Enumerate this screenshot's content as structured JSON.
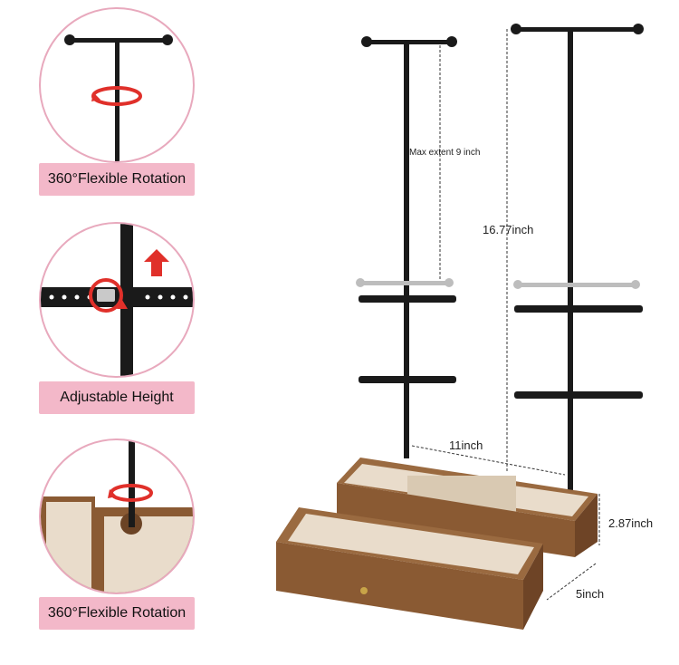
{
  "features": [
    {
      "label": "360°Flexible Rotation",
      "icon": "rotation-arrow-icon"
    },
    {
      "label": "Adjustable Height",
      "icon": "up-arrow-icon"
    },
    {
      "label": "360°Flexible Rotation",
      "icon": "rotation-arrow-icon"
    }
  ],
  "dimensions": {
    "max_extent": "Max extent 9 inch",
    "height": "16.77inch",
    "width": "11inch",
    "box_height": "2.87inch",
    "depth": "5inch"
  },
  "colors": {
    "circle_border": "#e8a9bd",
    "label_bg": "#f3b8c9",
    "accent_red": "#e0302a",
    "metal": "#1a1a1a",
    "wood": "#8a5a33",
    "velvet": "#e9dccb"
  }
}
